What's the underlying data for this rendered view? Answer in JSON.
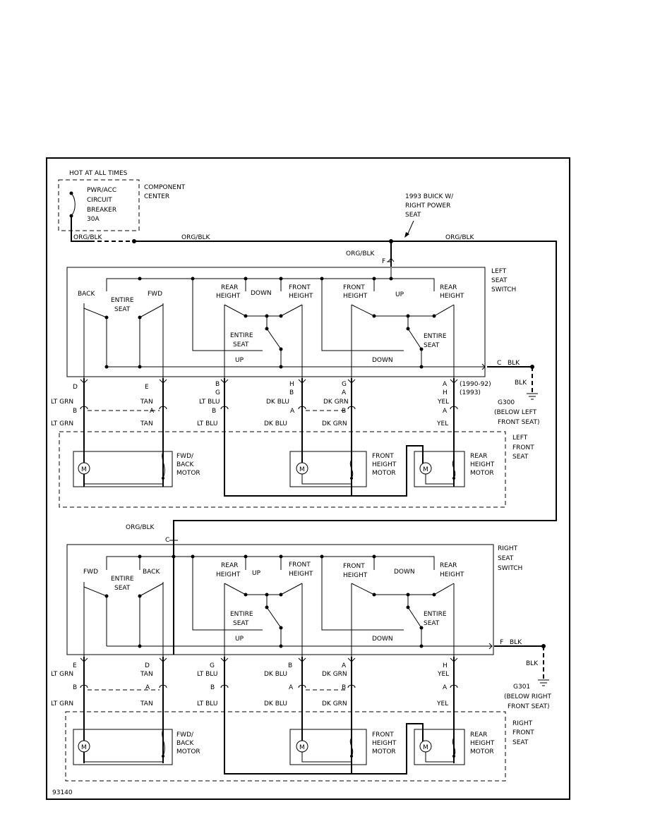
{
  "diagram_id": "93140",
  "power": {
    "hot_label": "HOT AT ALL TIMES",
    "breaker_lines": [
      "PWR/ACC",
      "CIRCUIT",
      "BREAKER",
      "30A"
    ],
    "center_lines": [
      "COMPONENT",
      "CENTER"
    ],
    "note_lines": [
      "1993 BUICK W/",
      "RIGHT POWER",
      "SEAT"
    ],
    "feed_wire": "ORG/BLK"
  },
  "left": {
    "switch_title": [
      "LEFT",
      "SEAT",
      "SWITCH"
    ],
    "feed_pin": "F",
    "labels": {
      "back": "BACK",
      "entire_seat": [
        "ENTIRE",
        "SEAT"
      ],
      "fwd": "FWD",
      "rear_height": [
        "REAR",
        "HEIGHT"
      ],
      "down": "DOWN",
      "front_height": [
        "FRONT",
        "HEIGHT"
      ],
      "up": "UP",
      "up_bus": "UP",
      "down_bus": "DOWN"
    },
    "ground": {
      "pin": "C",
      "wire": "BLK",
      "wire2": "BLK",
      "name": "G300",
      "loc": [
        "(BELOW LEFT",
        "FRONT SEAT)"
      ]
    },
    "wires": [
      {
        "pins": [
          "D"
        ],
        "color": "LT GRN",
        "conn": "B",
        "harness": "LT GRN"
      },
      {
        "pins": [
          "E"
        ],
        "color": "TAN",
        "conn": "A",
        "harness": "TAN"
      },
      {
        "pins": [
          "B",
          "G"
        ],
        "color": "LT BLU",
        "conn": "B",
        "harness": "LT BLU"
      },
      {
        "pins": [
          "H",
          "B"
        ],
        "color": "DK BLU",
        "conn": "A",
        "harness": "DK BLU"
      },
      {
        "pins": [
          "G",
          "A"
        ],
        "color": "DK GRN",
        "conn": "B",
        "harness": "DK GRN"
      },
      {
        "pins": [
          "A",
          "H"
        ],
        "color": "YEL",
        "conn": "A",
        "harness": "YEL"
      }
    ],
    "year_notes": [
      "(1990-92)",
      "(1993)"
    ],
    "seat_title": [
      "LEFT",
      "FRONT",
      "SEAT"
    ],
    "motors": {
      "fwd_back": [
        "FWD/",
        "BACK",
        "MOTOR"
      ],
      "front_height": [
        "FRONT",
        "HEIGHT",
        "MOTOR"
      ],
      "rear_height": [
        "REAR",
        "HEIGHT",
        "MOTOR"
      ],
      "symbol": "M"
    }
  },
  "right": {
    "feed_wire": "ORG/BLK",
    "feed_pin": "C",
    "switch_title": [
      "RIGHT",
      "SEAT",
      "SWITCH"
    ],
    "labels": {
      "fwd": "FWD",
      "entire_seat": [
        "ENTIRE",
        "SEAT"
      ],
      "back": "BACK",
      "rear_height": [
        "REAR",
        "HEIGHT"
      ],
      "up": "UP",
      "front_height": [
        "FRONT",
        "HEIGHT"
      ],
      "down": "DOWN",
      "up_bus": "UP",
      "down_bus": "DOWN"
    },
    "ground": {
      "pin": "F",
      "wire": "BLK",
      "wire2": "BLK",
      "name": "G301",
      "loc": [
        "(BELOW RIGHT",
        "FRONT SEAT)"
      ]
    },
    "wires": [
      {
        "pins": [
          "E"
        ],
        "color": "LT GRN",
        "conn": "B",
        "harness": "LT GRN"
      },
      {
        "pins": [
          "D"
        ],
        "color": "TAN",
        "conn": "A",
        "harness": "TAN"
      },
      {
        "pins": [
          "G"
        ],
        "color": "LT BLU",
        "conn": "B",
        "harness": "LT BLU"
      },
      {
        "pins": [
          "B"
        ],
        "color": "DK BLU",
        "conn": "A",
        "harness": "DK BLU"
      },
      {
        "pins": [
          "A"
        ],
        "color": "DK GRN",
        "conn": "B",
        "harness": "DK GRN"
      },
      {
        "pins": [
          "H"
        ],
        "color": "YEL",
        "conn": "A",
        "harness": "YEL"
      }
    ],
    "seat_title": [
      "RIGHT",
      "FRONT",
      "SEAT"
    ],
    "motors": {
      "fwd_back": [
        "FWD/",
        "BACK",
        "MOTOR"
      ],
      "front_height": [
        "FRONT",
        "HEIGHT",
        "MOTOR"
      ],
      "rear_height": [
        "REAR",
        "HEIGHT",
        "MOTOR"
      ],
      "symbol": "M"
    }
  }
}
